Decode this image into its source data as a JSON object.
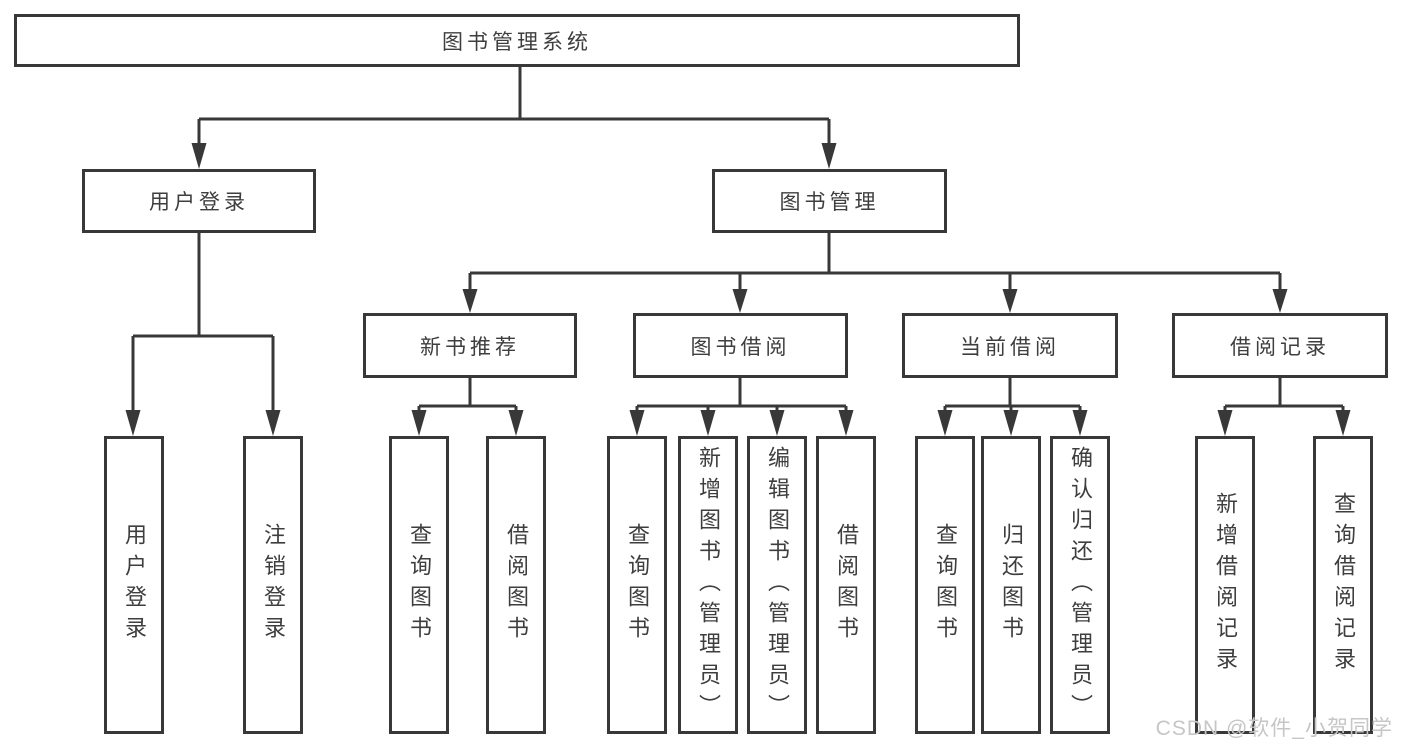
{
  "colors": {
    "line": "#383838",
    "text": "#3e3e3e",
    "box_bg": "#ffffff",
    "watermark": "#c6c6c6",
    "canvas_bg": "#ffffff"
  },
  "tree": {
    "root": {
      "label": "图书管理系统",
      "children": [
        {
          "label": "用户登录",
          "children": [
            {
              "label": "用户登录"
            },
            {
              "label": "注销登录"
            }
          ]
        },
        {
          "label": "图书管理",
          "children": [
            {
              "label": "新书推荐",
              "children": [
                {
                  "label": "查询图书"
                },
                {
                  "label": "借阅图书"
                }
              ]
            },
            {
              "label": "图书借阅",
              "children": [
                {
                  "label": "查询图书"
                },
                {
                  "label": "新增图书（管理员）"
                },
                {
                  "label": "编辑图书（管理员）"
                },
                {
                  "label": "借阅图书"
                }
              ]
            },
            {
              "label": "当前借阅",
              "children": [
                {
                  "label": "查询图书"
                },
                {
                  "label": "归还图书"
                },
                {
                  "label": "确认归还（管理员）"
                }
              ]
            },
            {
              "label": "借阅记录",
              "children": [
                {
                  "label": "新增借阅记录"
                },
                {
                  "label": "查询借阅记录"
                }
              ]
            }
          ]
        }
      ]
    }
  },
  "watermark": {
    "text": "CSDN @软件_小贺同学"
  }
}
